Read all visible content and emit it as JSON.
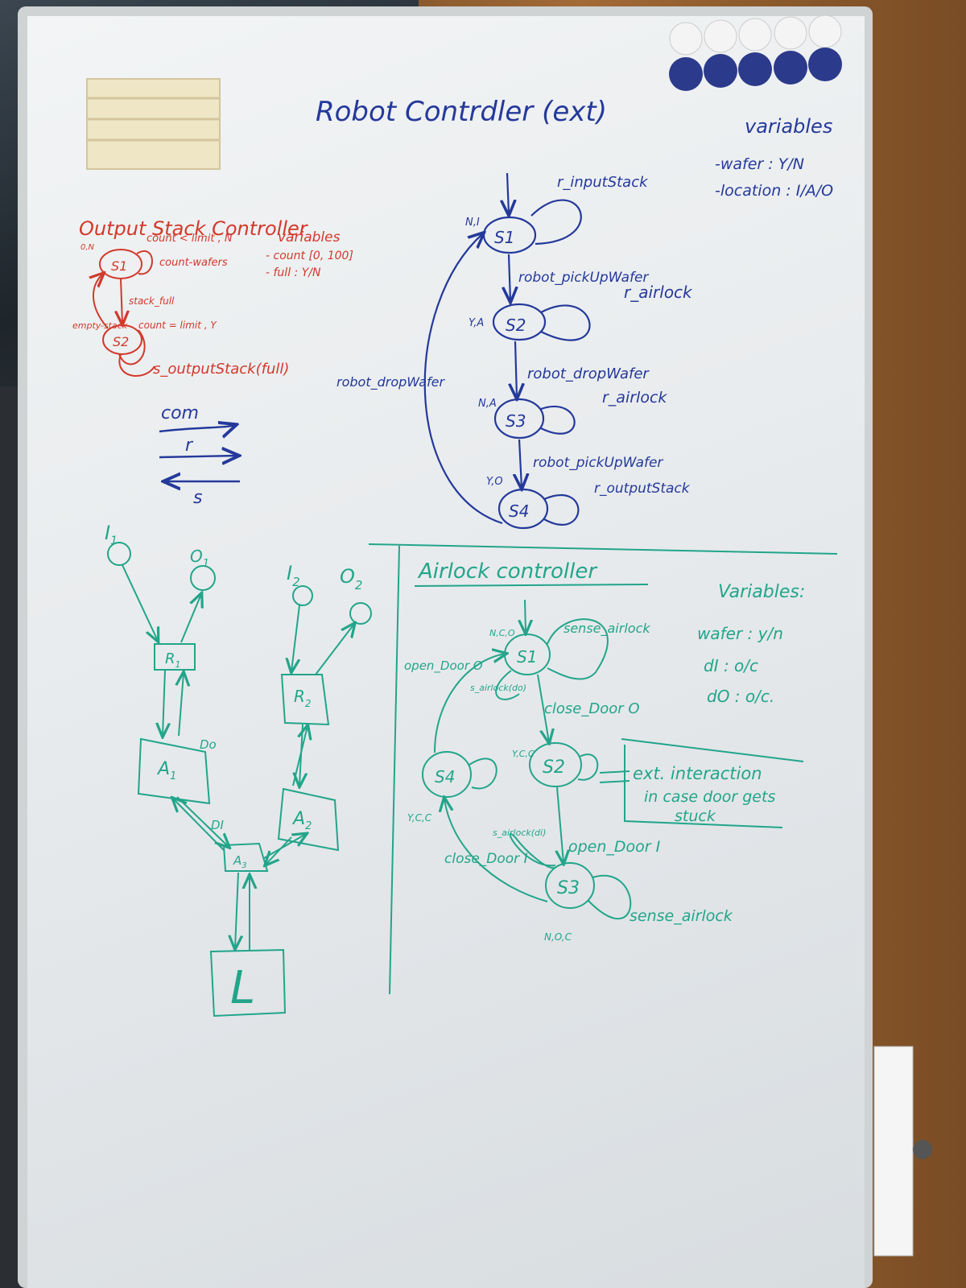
{
  "robot": {
    "title": "Robot Contrdler (ext)",
    "variables_heading": "variables",
    "var_wafer": "-wafer : Y/N",
    "var_location": "-location : I/A/O",
    "states": [
      "S1",
      "S2",
      "S3",
      "S4"
    ],
    "state_tags": [
      "N,I",
      "Y,A",
      "N,A",
      "Y,O"
    ],
    "edges": {
      "input_stack": "r_inputStack",
      "pickup1": "robot_pickUpWafer",
      "airlock1": "r_airlock",
      "drop1": "robot_dropWafer",
      "airlock2": "r_airlock",
      "pickup2": "robot_pickUpWafer",
      "output_stack": "r_outputStack",
      "drop_back": "robot_dropWafer"
    }
  },
  "output": {
    "title": "Output Stack Controller",
    "variables_heading": "variables",
    "var_count": "- count [0, 100]",
    "var_full": "- full : Y/N",
    "states": [
      "S1",
      "S2"
    ],
    "e_count_lt": "count < limit , N",
    "e_count_wafers": "count-wafers",
    "e_stack_full": "stack_full",
    "e_count_eq": "count = limit , Y",
    "e_empty_stack": "empty-stack",
    "e_init": "0,N",
    "e_output_full": "s_outputStack(full)"
  },
  "com": {
    "label": "com",
    "r": "r",
    "s": "s"
  },
  "topology": {
    "nodes": [
      "I1",
      "O1",
      "I2",
      "O2",
      "R1",
      "R2",
      "A1",
      "A2",
      "A3",
      "L"
    ],
    "labels": {
      "I1": "I",
      "O1": "O",
      "I2": "I",
      "O2": "O",
      "R1": "R",
      "R2": "R",
      "A1": "A",
      "A2": "A",
      "A3": "A",
      "L": "L"
    },
    "subs": {
      "I1": "1",
      "O1": "1",
      "I2": "2",
      "O2": "2",
      "R1": "1",
      "R2": "2",
      "A1": "1",
      "A2": "2",
      "A3": "3"
    },
    "d_o": "Do",
    "d_i": "DI"
  },
  "airlock": {
    "title": "Airlock controller",
    "variables_heading": "Variables:",
    "var_wafer": "wafer : y/n",
    "var_di": "dI : o/c",
    "var_do": "dO : o/c.",
    "states": [
      "S1",
      "S2",
      "S3",
      "S4"
    ],
    "state_tags": [
      "N,C,O",
      "Y,C,C",
      "N,O,C",
      "Y,C,C"
    ],
    "e_sense1": "sense_airlock",
    "e_open_o": "open_Door O",
    "e_s_airlock_do": "s_airlock(do)",
    "e_close_o": "close_Door O",
    "e_s_airlock_di": "s_airlock(di)",
    "e_open_i": "open_Door I",
    "e_close_i": "close_Door I",
    "e_sense3": "sense_airlock",
    "note_line1": "ext. interaction",
    "note_line2": "in case door gets",
    "note_line3": "stuck"
  },
  "magnets": {
    "top_row_color": "#f4f4f4",
    "bottom_row_color": "#2b3a8a"
  },
  "ink_colors": {
    "red": "#d2392b",
    "blue": "#24399b",
    "green": "#22a58a"
  }
}
